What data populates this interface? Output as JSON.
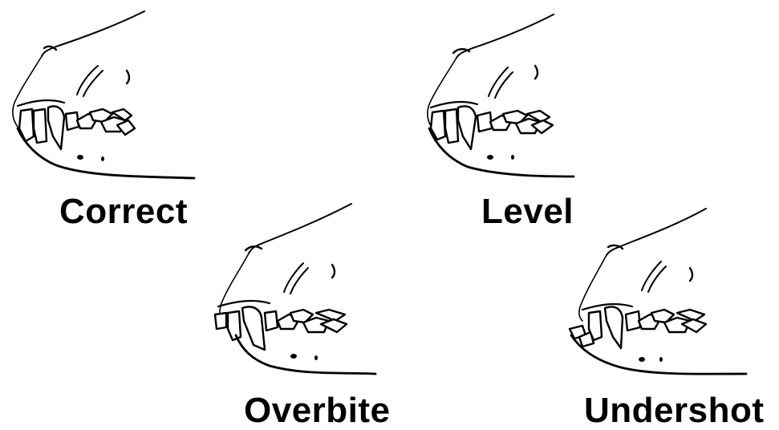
{
  "diagram": {
    "panels": [
      {
        "id": "correct",
        "caption": "Correct"
      },
      {
        "id": "level",
        "caption": "Level"
      },
      {
        "id": "overbite",
        "caption": "Overbite"
      },
      {
        "id": "undershot",
        "caption": "Undershot"
      }
    ],
    "colors": {
      "ink": "#000000",
      "background": "#ffffff"
    }
  }
}
